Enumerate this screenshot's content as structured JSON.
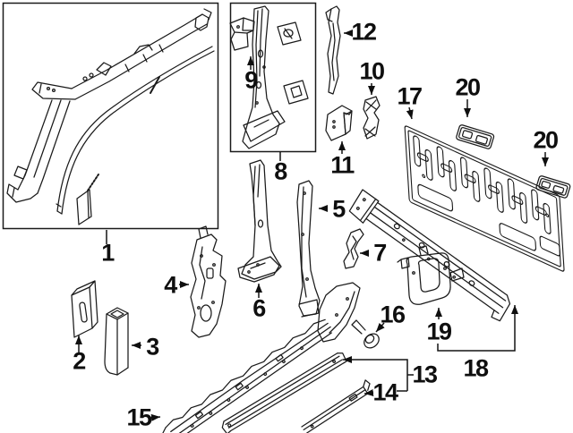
{
  "figure": {
    "background": "#ffffff",
    "line_color": "#1a1a1a",
    "callout_color": "#0f0f0f"
  },
  "callouts": {
    "c1": {
      "label": "1"
    },
    "c2": {
      "label": "2"
    },
    "c3": {
      "label": "3"
    },
    "c4": {
      "label": "4"
    },
    "c5": {
      "label": "5"
    },
    "c6": {
      "label": "6"
    },
    "c7": {
      "label": "7"
    },
    "c8": {
      "label": "8"
    },
    "c9": {
      "label": "9"
    },
    "c10": {
      "label": "10"
    },
    "c11": {
      "label": "11"
    },
    "c12": {
      "label": "12"
    },
    "c13": {
      "label": "13"
    },
    "c14": {
      "label": "14"
    },
    "c15": {
      "label": "15"
    },
    "c16": {
      "label": "16"
    },
    "c17": {
      "label": "17"
    },
    "c18": {
      "label": "18"
    },
    "c19": {
      "label": "19"
    },
    "c20a": {
      "label": "20"
    },
    "c20b": {
      "label": "20"
    }
  }
}
